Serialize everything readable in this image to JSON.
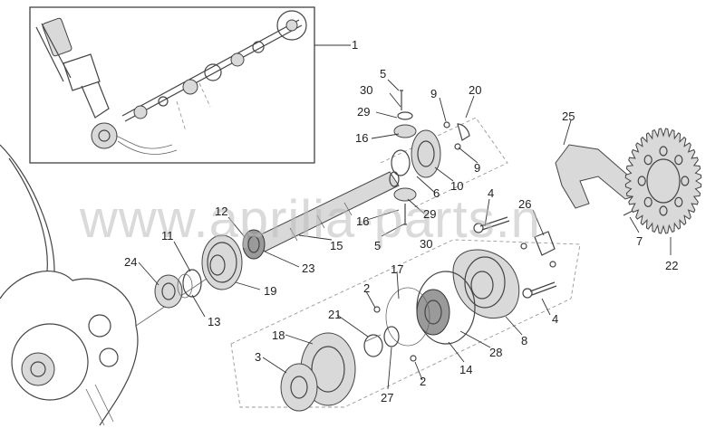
{
  "watermark": "www.aprilia-parts.n",
  "callouts": [
    {
      "id": "c1",
      "text": "1"
    },
    {
      "id": "c5a",
      "text": "5"
    },
    {
      "id": "c30a",
      "text": "30"
    },
    {
      "id": "c9a",
      "text": "9"
    },
    {
      "id": "c20",
      "text": "20"
    },
    {
      "id": "c29a",
      "text": "29"
    },
    {
      "id": "c16a",
      "text": "16"
    },
    {
      "id": "c9b",
      "text": "9"
    },
    {
      "id": "c25",
      "text": "25"
    },
    {
      "id": "c10",
      "text": "10"
    },
    {
      "id": "c6",
      "text": "6"
    },
    {
      "id": "c4a",
      "text": "4"
    },
    {
      "id": "c26",
      "text": "26"
    },
    {
      "id": "c12",
      "text": "12"
    },
    {
      "id": "c29b",
      "text": "29"
    },
    {
      "id": "c16b",
      "text": "16"
    },
    {
      "id": "c11",
      "text": "11"
    },
    {
      "id": "c15",
      "text": "15"
    },
    {
      "id": "c5b",
      "text": "5"
    },
    {
      "id": "c30b",
      "text": "30"
    },
    {
      "id": "c7",
      "text": "7"
    },
    {
      "id": "c24",
      "text": "24"
    },
    {
      "id": "c23",
      "text": "23"
    },
    {
      "id": "c17",
      "text": "17"
    },
    {
      "id": "c22",
      "text": "22"
    },
    {
      "id": "c19",
      "text": "19"
    },
    {
      "id": "c2a",
      "text": "2"
    },
    {
      "id": "c13",
      "text": "13"
    },
    {
      "id": "c4b",
      "text": "4"
    },
    {
      "id": "c21",
      "text": "21"
    },
    {
      "id": "c8",
      "text": "8"
    },
    {
      "id": "c18",
      "text": "18"
    },
    {
      "id": "c28",
      "text": "28"
    },
    {
      "id": "c3",
      "text": "3"
    },
    {
      "id": "c14",
      "text": "14"
    },
    {
      "id": "c2b",
      "text": "2"
    },
    {
      "id": "c27",
      "text": "27"
    }
  ]
}
